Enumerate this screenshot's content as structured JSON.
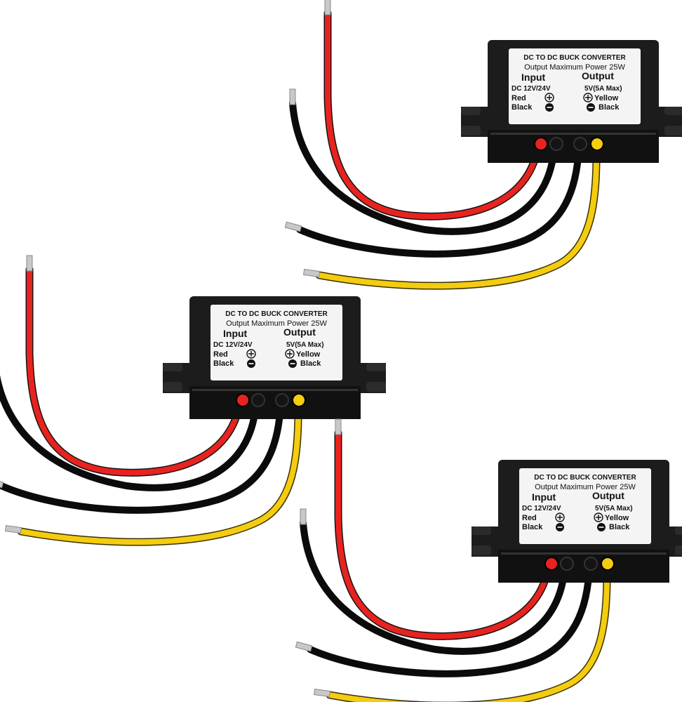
{
  "label": {
    "title": "DC TO DC BUCK CONVERTER",
    "subtitle": "Output Maximum Power 25W",
    "input_heading": "Input",
    "output_heading": "Output",
    "input_voltage": "DC 12V/24V",
    "output_voltage": "5V(5A Max)",
    "in_positive": "Red",
    "in_negative": "Black",
    "out_positive": "Yellow",
    "out_negative": "Black",
    "plus_symbol": "+",
    "minus_symbol": "−"
  },
  "colors": {
    "wire_red": "#e8231f",
    "wire_black": "#141414",
    "wire_yellow": "#f4cc10",
    "housing": "#1c1c1c",
    "label_bg": "#f4f4f4",
    "tip": "#c8c8c8"
  },
  "units": [
    {
      "id": "converter-top-right"
    },
    {
      "id": "converter-middle-left"
    },
    {
      "id": "converter-bottom-right"
    }
  ]
}
